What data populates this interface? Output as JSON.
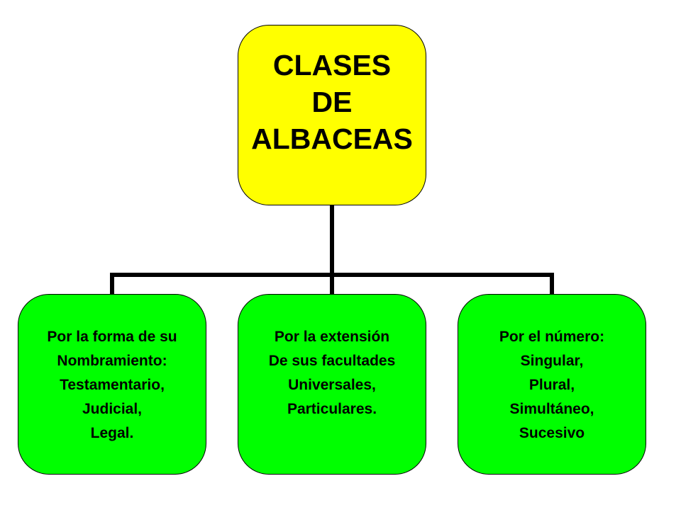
{
  "diagram": {
    "root": {
      "lines": [
        "CLASES",
        "DE",
        "ALBACEAS"
      ],
      "color": "#ffff00"
    },
    "children": [
      {
        "lines": [
          "Por la forma de su",
          "Nombramiento:",
          "Testamentario,",
          "Judicial,",
          "Legal."
        ],
        "color": "#00ff00"
      },
      {
        "lines": [
          "Por la extensión",
          "De sus facultades",
          "Universales,",
          "Particulares."
        ],
        "color": "#00ff00"
      },
      {
        "lines": [
          "Por el número:",
          "Singular,",
          "Plural,",
          "Simultáneo,",
          "Sucesivo"
        ],
        "color": "#00ff00"
      }
    ],
    "connector_color": "#000000"
  }
}
